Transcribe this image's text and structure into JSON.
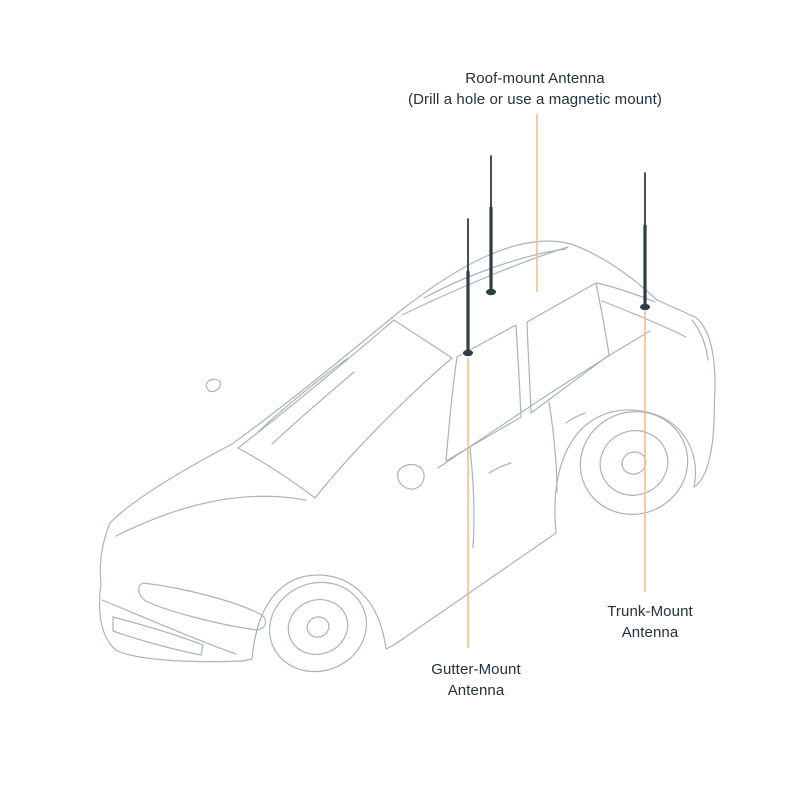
{
  "diagram": {
    "callouts": {
      "roof_mount": {
        "title": "Roof-mount Antenna",
        "subtitle": "(Drill a hole or use a magnetic mount)"
      },
      "gutter_mount": {
        "line1": "Gutter-Mount",
        "line2": "Antenna"
      },
      "trunk_mount": {
        "line1": "Trunk-Mount",
        "line2": "Antenna"
      }
    },
    "colors": {
      "leader_line": "#f0c18e",
      "antenna": "#2f3d45",
      "car_outline": "#a9b4bb",
      "label_text": "#22313d",
      "background": "#ffffff"
    }
  }
}
